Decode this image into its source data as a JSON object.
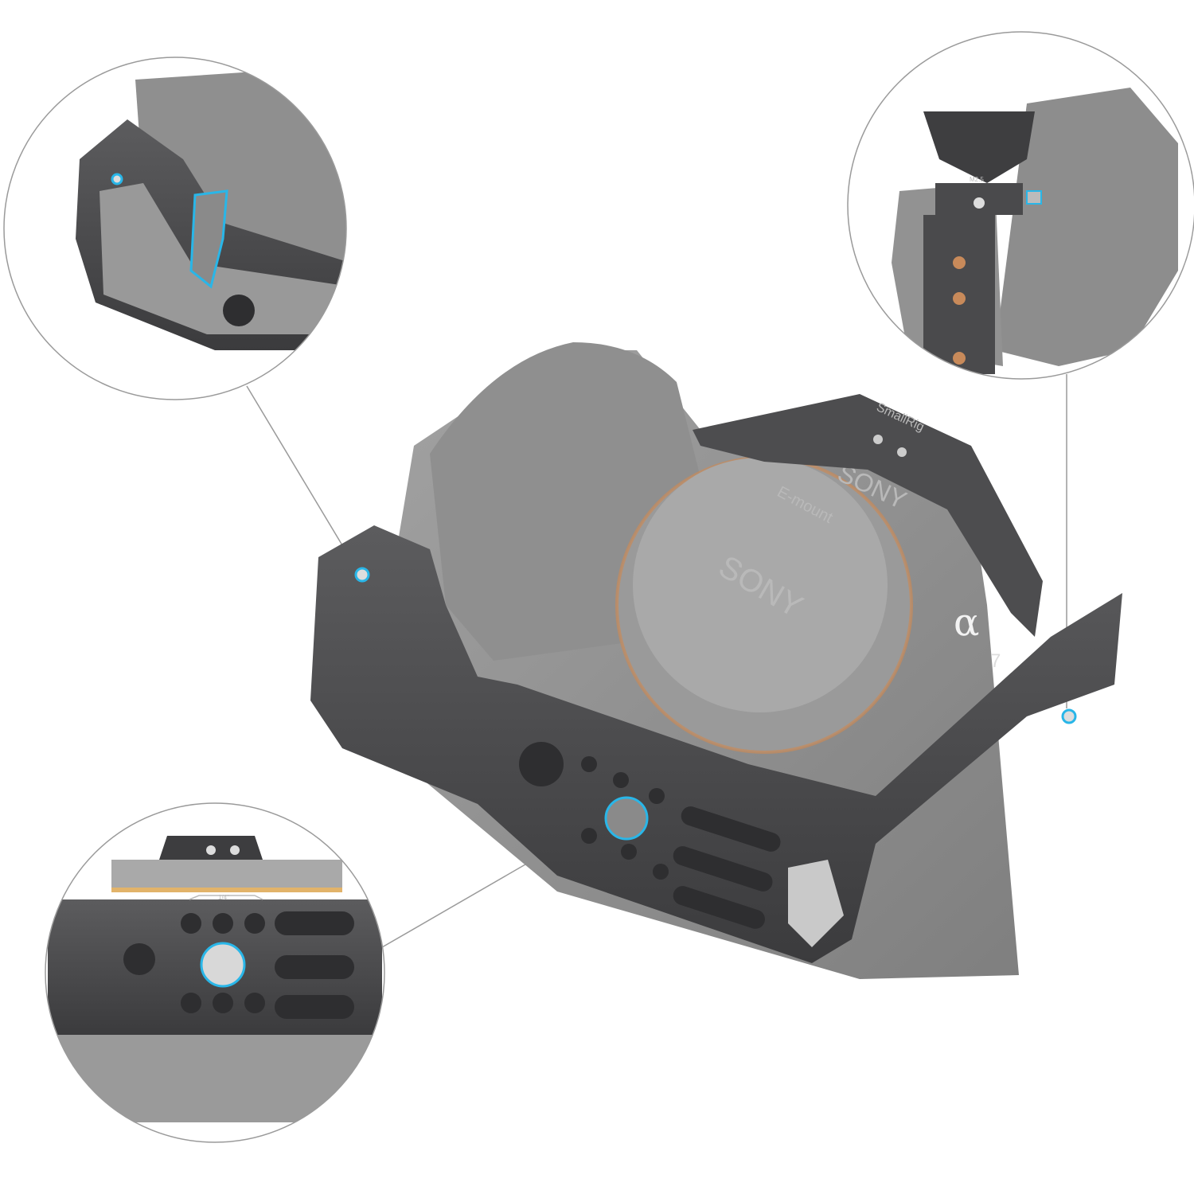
{
  "product": {
    "cage_brand_engraving": "SmallRig",
    "camera_brand": "SONY",
    "mount_label": "E-mount",
    "alpha_logo": "α",
    "model_number": "7",
    "screw_label": "M2.5",
    "thread_label": "1/4\""
  },
  "colors": {
    "background": "#ffffff",
    "cage_metal": "#4a4a4c",
    "camera_body": "#8e8e8e",
    "highlight_accent": "#29b6e8",
    "lens_ring": "#c88a5a",
    "callout_line": "#9a9a9a"
  }
}
